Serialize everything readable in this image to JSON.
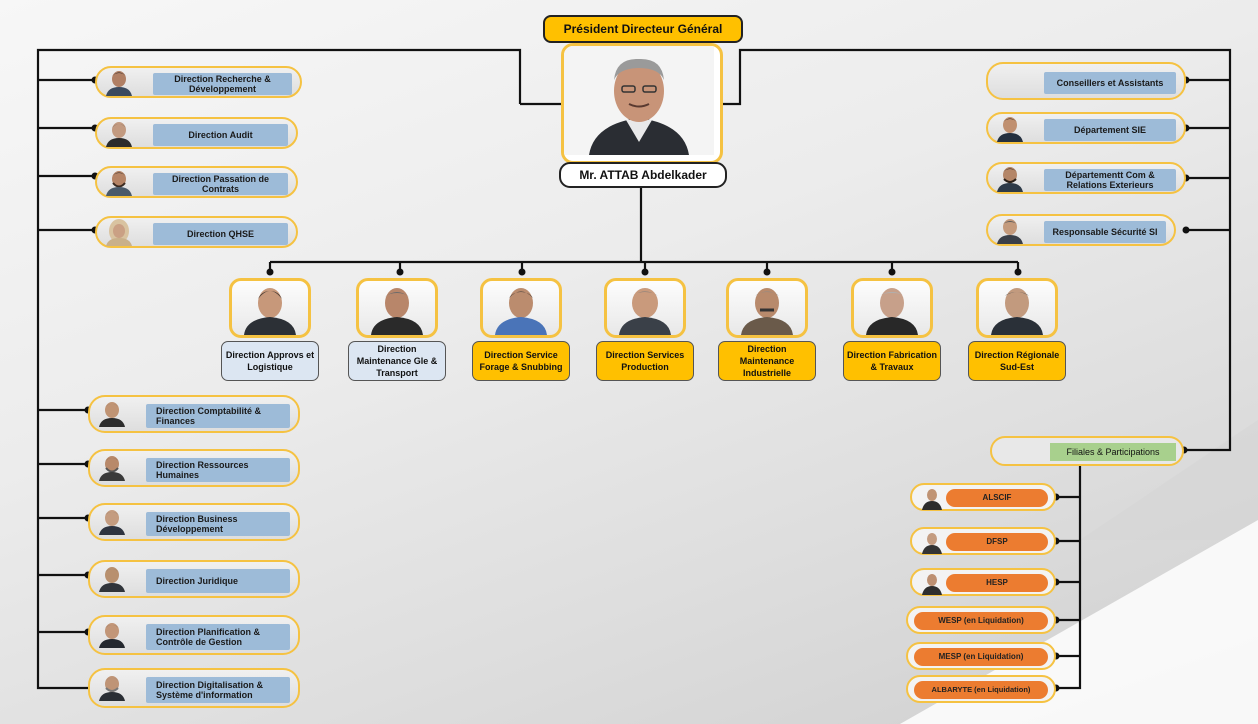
{
  "colors": {
    "accent_gold": "#ffc000",
    "border_gold": "#f5c242",
    "label_blue": "#9dbbd8",
    "card_blue": "#dce6f2",
    "subsidiary_orange": "#ec7c30",
    "filiales_green": "#a8d08d",
    "connector": "#111111"
  },
  "header": {
    "title": "Président Directeur Général",
    "ceo_name": "Mr. ATTAB Abdelkader"
  },
  "left_top_units": [
    {
      "label": "Direction Recherche & Développement",
      "icon": "person-icon"
    },
    {
      "label": "Direction Audit",
      "icon": "person-icon"
    },
    {
      "label": "Direction Passation de Contrats",
      "icon": "person-icon"
    },
    {
      "label": "Direction QHSE",
      "icon": "person-icon"
    }
  ],
  "right_top_units": [
    {
      "label": "Conseillers et Assistants",
      "icon": ""
    },
    {
      "label": "Département SIE",
      "icon": "person-icon"
    },
    {
      "label": "Départementt Com & Relations Exterieurs",
      "icon": "person-icon"
    },
    {
      "label": "Responsable Sécurité SI",
      "icon": "person-icon"
    }
  ],
  "center_directions": [
    {
      "label": "Direction Approvs et Logistique",
      "style": "blue"
    },
    {
      "label": "Direction Maintenance Gle & Transport",
      "style": "blue"
    },
    {
      "label": "Direction Service Forage & Snubbing",
      "style": "gold"
    },
    {
      "label": "Direction Services Production",
      "style": "gold"
    },
    {
      "label": "Direction Maintenance Industrielle",
      "style": "gold"
    },
    {
      "label": "Direction Fabrication & Travaux",
      "style": "gold"
    },
    {
      "label": "Direction Régionale Sud-Est",
      "style": "gold"
    }
  ],
  "left_bottom_units": [
    {
      "label": "Direction Comptabilité & Finances",
      "icon": "person-icon"
    },
    {
      "label": "Direction Ressources Humaines",
      "icon": "person-icon"
    },
    {
      "label": "Direction Business Développement",
      "icon": "person-icon"
    },
    {
      "label": "Direction Juridique",
      "icon": "person-icon"
    },
    {
      "label": "Direction Planification & Contrôle de Gestion",
      "icon": "person-icon"
    },
    {
      "label": "Direction Digitalisation & Système d'information",
      "icon": "person-icon"
    }
  ],
  "filiales": {
    "label": "Filiales & Participations",
    "items": [
      {
        "label": "ALSCIF",
        "icon": "person-icon"
      },
      {
        "label": "DFSP",
        "icon": "person-icon"
      },
      {
        "label": "HESP",
        "icon": "person-icon"
      },
      {
        "label": "WESP (en Liquidation)",
        "icon": ""
      },
      {
        "label": "MESP (en Liquidation)",
        "icon": ""
      },
      {
        "label": "ALBARYTE (en Liquidation)",
        "icon": ""
      }
    ]
  }
}
